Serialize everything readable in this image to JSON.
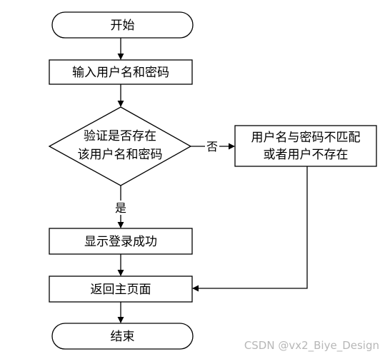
{
  "diagram": {
    "nodes": {
      "start": {
        "label": "开始"
      },
      "input": {
        "label": "输入用户名和密码"
      },
      "verify": {
        "lines": [
          "验证是否存在",
          "该用户名和密码"
        ]
      },
      "mismatch": {
        "lines": [
          "用户名与密码不匹配",
          "或者用户不存在"
        ]
      },
      "success": {
        "label": "显示登录成功"
      },
      "home": {
        "label": "返回主页面"
      },
      "end": {
        "label": "结束"
      }
    },
    "edges": {
      "no_label": "否",
      "yes_label": "是"
    }
  },
  "watermark": "CSDN @vx2_Biye_Design",
  "colors": {
    "stroke": "#000000",
    "background": "#ffffff",
    "watermark": "#b7b7b7"
  }
}
